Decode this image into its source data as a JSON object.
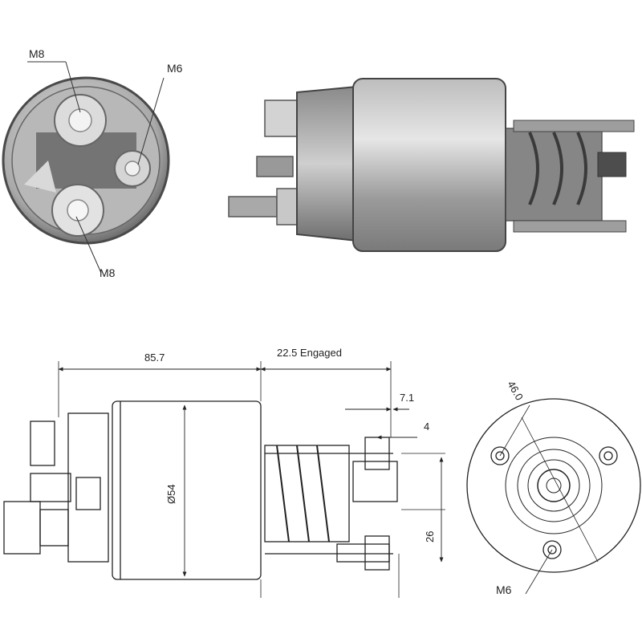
{
  "photo_end_view": {
    "label_top_left": "M8",
    "label_top_right": "M6",
    "label_bottom": "M8"
  },
  "drawing_side_view": {
    "overall_length": "85.7",
    "engaged_stroke": "22.5 Engaged",
    "offset_outer": "7.1",
    "offset_inner": "4",
    "diameter": "Ø54",
    "height": "26"
  },
  "drawing_end_view": {
    "top_dimension": "46.0",
    "bottom_label": "M6"
  }
}
